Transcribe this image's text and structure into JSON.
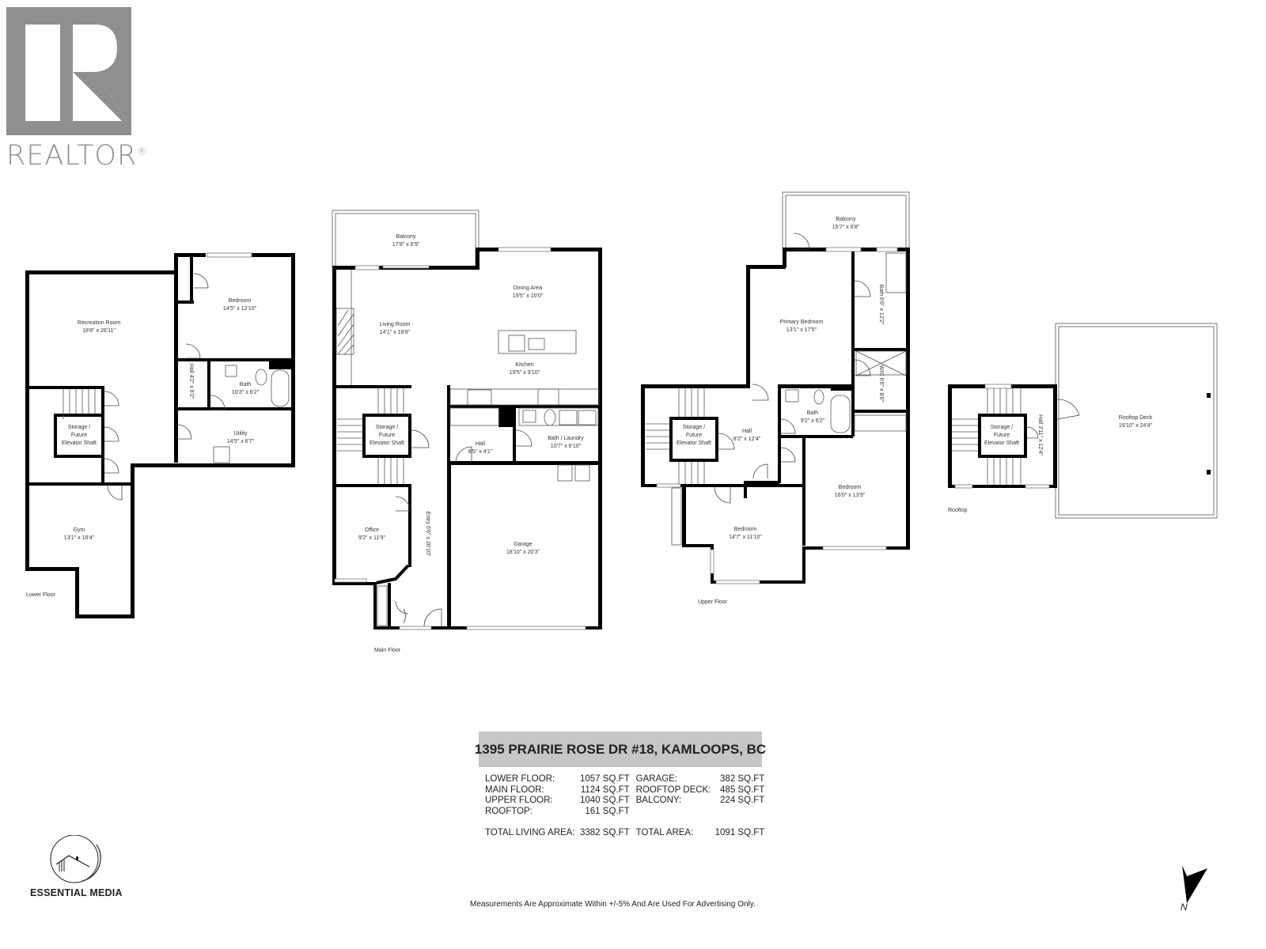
{
  "branding": {
    "realtor_logo_letter": "R",
    "realtor_wordmark": "REALTOR",
    "realtor_registered": "®",
    "realtor_gray": "#8f8f8f",
    "photographer": "ESSENTIAL MEDIA"
  },
  "property": {
    "address": "1395 PRAIRIE ROSE DR #18, KAMLOOPS, BC",
    "title_bar_color": "#c6c6c6"
  },
  "area_summary": {
    "rows": [
      {
        "label": "LOWER FLOOR:",
        "value": "1057 SQ.FT",
        "label2": "GARAGE:",
        "value2": "382 SQ.FT"
      },
      {
        "label": "MAIN FLOOR:",
        "value": "1124 SQ.FT",
        "label2": "ROOFTOP DECK:",
        "value2": "485 SQ.FT"
      },
      {
        "label": "UPPER FLOOR:",
        "value": "1040 SQ.FT",
        "label2": "BALCONY:",
        "value2": "224 SQ.FT"
      },
      {
        "label": "ROOFTOP:",
        "value": "161 SQ.FT",
        "label2": "",
        "value2": ""
      }
    ],
    "total_living_label": "TOTAL LIVING AREA:",
    "total_living_value": "3382 SQ.FT",
    "total_area_label": "TOTAL AREA:",
    "total_area_value": "1091 SQ.FT"
  },
  "disclaimer": "Measurements Are Approximate Within +/-5% And Are Used For Advertising Only.",
  "compass": {
    "label": "N",
    "icon": "north-arrow-icon"
  },
  "floors": {
    "lower": {
      "label": "Lower Floor",
      "rooms": [
        {
          "name": "Recreation Room",
          "dims": "18'8\" x 26'11\""
        },
        {
          "name": "Bedroom",
          "dims": "14'5\" x 12'10\""
        },
        {
          "name": "Hall",
          "dims": "4'2\" x 6'2\""
        },
        {
          "name": "Bath",
          "dims": "10'3\" x 6'2\""
        },
        {
          "name": "Utility",
          "dims": "14'5\" x 6'7\""
        },
        {
          "name": "Storage /",
          "name2": "Future",
          "name3": "Elevator Shaft"
        },
        {
          "name": "Gym",
          "dims": "13'1\" x 16'4\""
        }
      ]
    },
    "main": {
      "label": "Main Floor",
      "rooms": [
        {
          "name": "Balcony",
          "dims": "17'8\" x 6'9\""
        },
        {
          "name": "Dining Area",
          "dims": "19'5\" x 10'0\""
        },
        {
          "name": "Living Room",
          "dims": "14'1\" x 18'8\""
        },
        {
          "name": "Kitchen",
          "dims": "19'5\" x 9'10\""
        },
        {
          "name": "Storage /",
          "name2": "Future",
          "name3": "Elevator Shaft"
        },
        {
          "name": "Hall",
          "dims": "8'5\" x 4'1\""
        },
        {
          "name": "Bath / Laundry",
          "dims": "10'7\" x 6'10\""
        },
        {
          "name": "Office",
          "dims": "9'2\" x 11'9\""
        },
        {
          "name": "Entry",
          "dims": "6'6\" x 26'10\""
        },
        {
          "name": "Garage",
          "dims": "18'10\" x 20'3\""
        }
      ]
    },
    "upper": {
      "label": "Upper Floor",
      "rooms": [
        {
          "name": "Balcony",
          "dims": "15'7\" x 6'8\""
        },
        {
          "name": "Primary Bedroom",
          "dims": "13'1\" x 17'5\""
        },
        {
          "name": "Bath",
          "dims": "6'6\" x 12'2\""
        },
        {
          "name": "WIC",
          "dims": "6'6\" x 8'6\""
        },
        {
          "name": "Storage /",
          "name2": "Future",
          "name3": "Elevator Shaft"
        },
        {
          "name": "Hall",
          "dims": "8'2\" x 12'4\""
        },
        {
          "name": "Bath",
          "dims": "9'2\" x 6'2\""
        },
        {
          "name": "Bedroom",
          "dims": "16'0\" x 13'9\""
        },
        {
          "name": "Bedroom",
          "dims": "14'7\" x 11'10\""
        }
      ]
    },
    "rooftop": {
      "label": "Rooftop",
      "rooms": [
        {
          "name": "Storage /",
          "name2": "Future",
          "name3": "Elevator Shaft"
        },
        {
          "name": "Hall",
          "dims": "3'11\" x 12'4\""
        },
        {
          "name": "Rooftop Deck",
          "dims": "19'10\" x 24'4\""
        }
      ]
    }
  }
}
